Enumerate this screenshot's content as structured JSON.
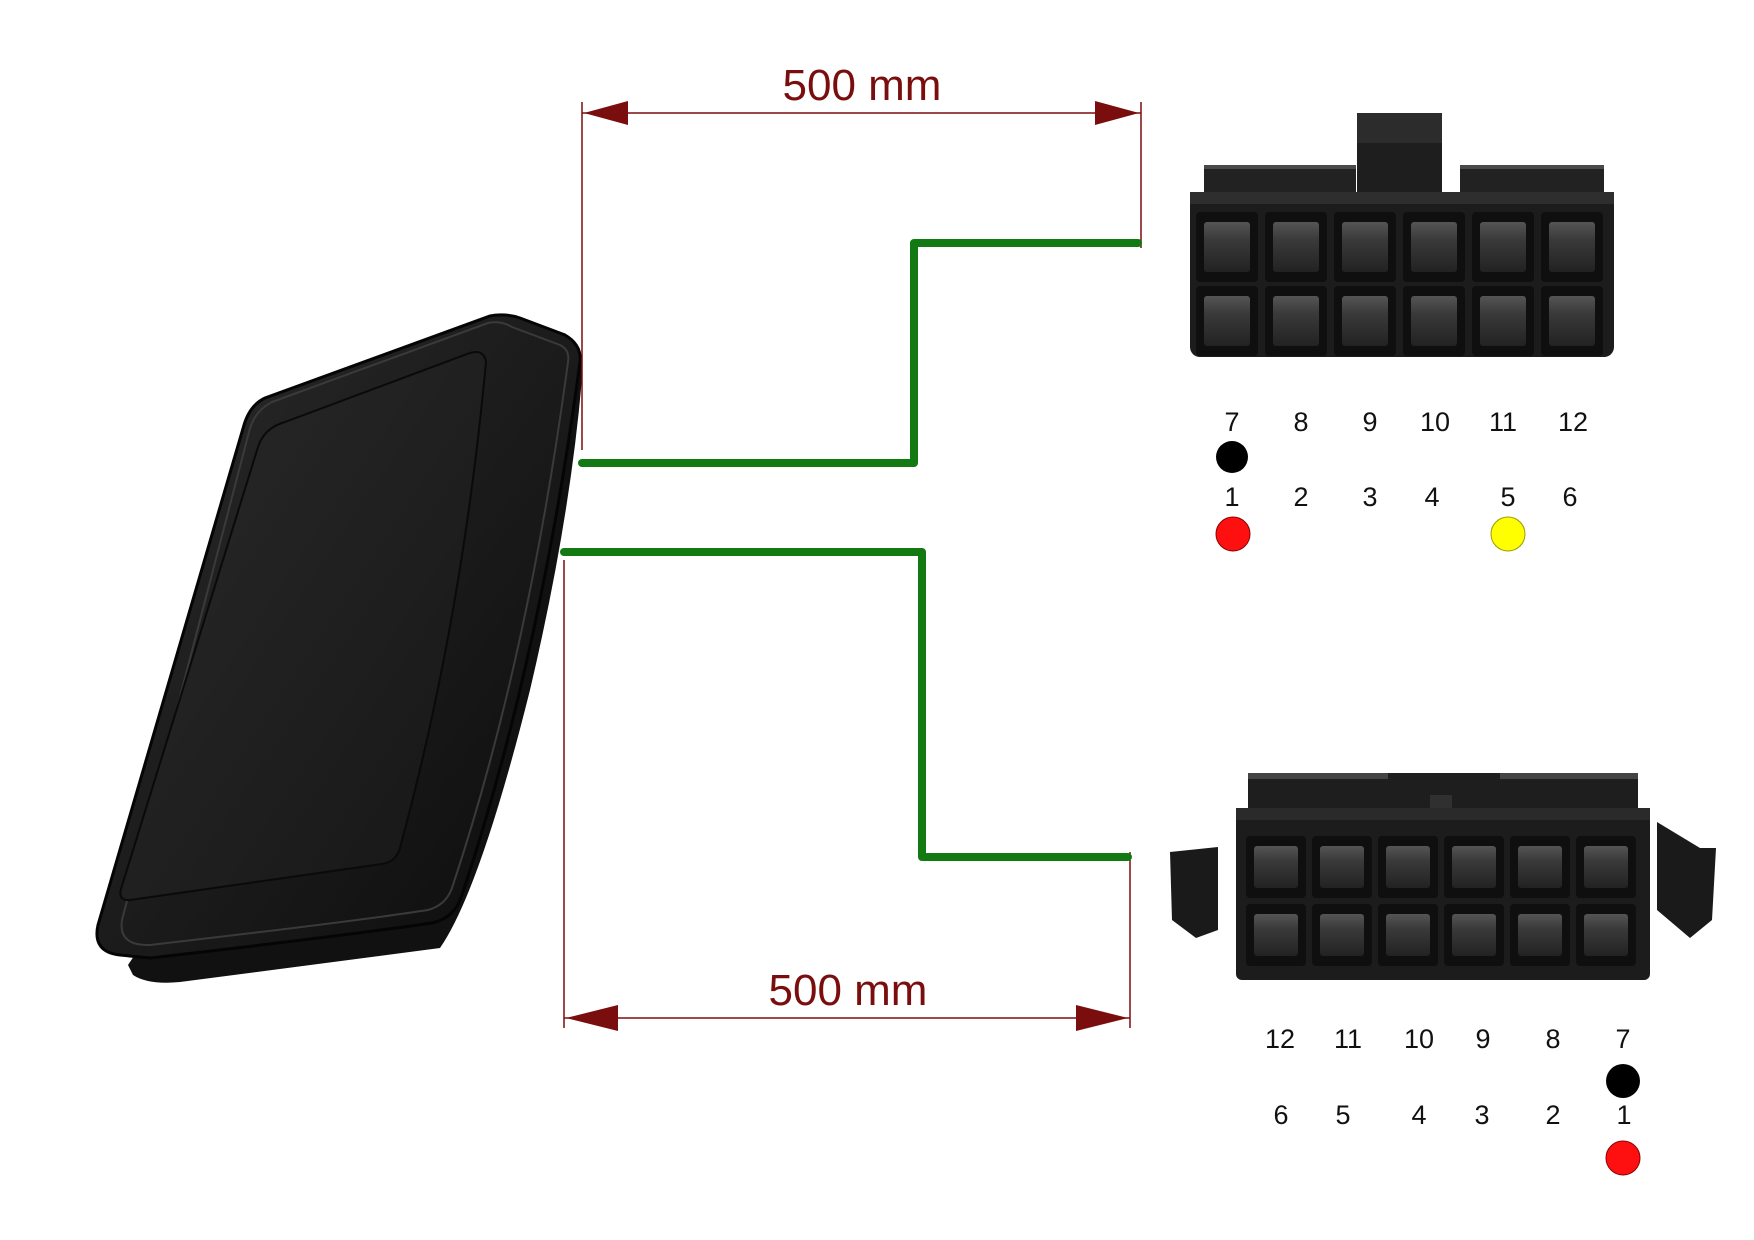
{
  "dimensions": {
    "top": "500 mm",
    "bottom": "500 mm"
  },
  "colors": {
    "dimension": "#7a0d0d",
    "wire": "#137a13",
    "housing": "#1c1c1c",
    "pin_black": "#000000",
    "pin_red": "#ff1010",
    "pin_yellow": "#ffff00"
  },
  "connector_top": {
    "row_top_labels": [
      "7",
      "8",
      "9",
      "10",
      "11",
      "12"
    ],
    "row_bottom_labels": [
      "1",
      "2",
      "3",
      "4",
      "5",
      "6"
    ],
    "markers": [
      {
        "pin": "7",
        "color": "black"
      },
      {
        "pin": "1",
        "color": "red"
      },
      {
        "pin": "5",
        "color": "yellow"
      }
    ]
  },
  "connector_bottom": {
    "row_top_labels": [
      "12",
      "11",
      "10",
      "9",
      "8",
      "7"
    ],
    "row_bottom_labels": [
      "6",
      "5",
      "4",
      "3",
      "2",
      "1"
    ],
    "markers": [
      {
        "pin": "7",
        "color": "black"
      },
      {
        "pin": "1",
        "color": "red"
      }
    ]
  },
  "icons": [
    "device-enclosure-icon",
    "connector-housing-icon"
  ]
}
